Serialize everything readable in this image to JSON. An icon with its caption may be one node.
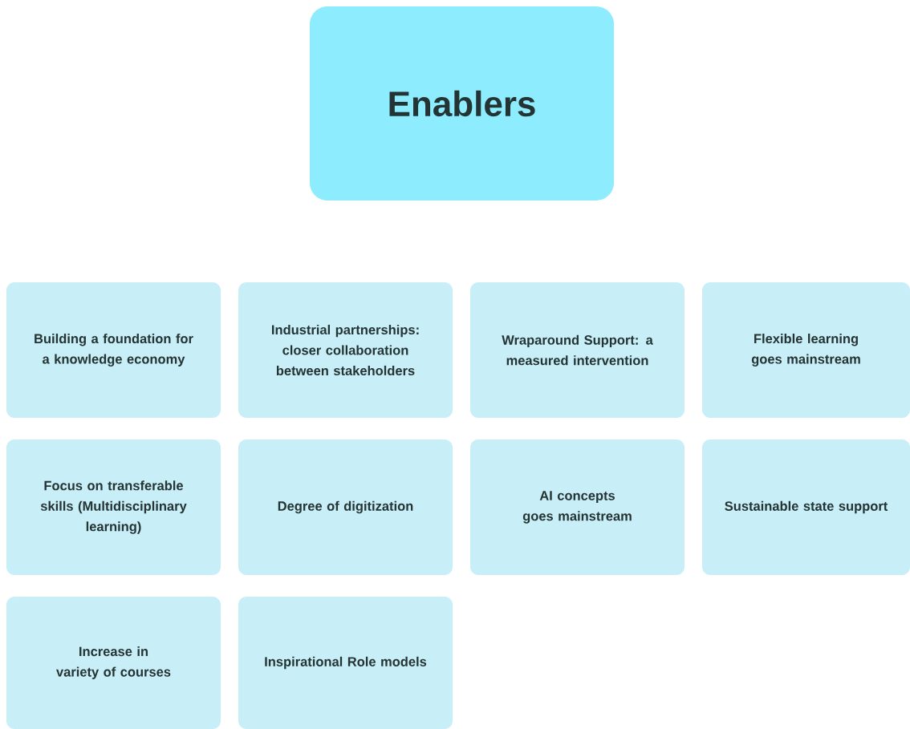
{
  "diagram": {
    "nodes": [
      {
        "text": [
          "Enablers"
        ]
      },
      {
        "text": [
          "Building a foundation for a knowledge economy"
        ]
      },
      {
        "text": [
          "Industrial partnerships: closer collaboration between stakeholders"
        ]
      },
      {
        "text": [
          "Wraparound Support: a measured intervention"
        ]
      },
      {
        "text": [
          "Flexible learning goes mainstream"
        ]
      },
      {
        "text": [
          "Focus on transferable skills (Multidisciplinary learning)"
        ]
      },
      {
        "text": [
          "Degree of digitization"
        ]
      },
      {
        "text": [
          "AI concepts goes mainstream"
        ]
      },
      {
        "text": [
          "Sustainable state support"
        ]
      },
      {
        "text": [
          "Increase in variety of courses"
        ]
      },
      {
        "text": [
          "Inspirational Role models"
        ]
      }
    ]
  }
}
